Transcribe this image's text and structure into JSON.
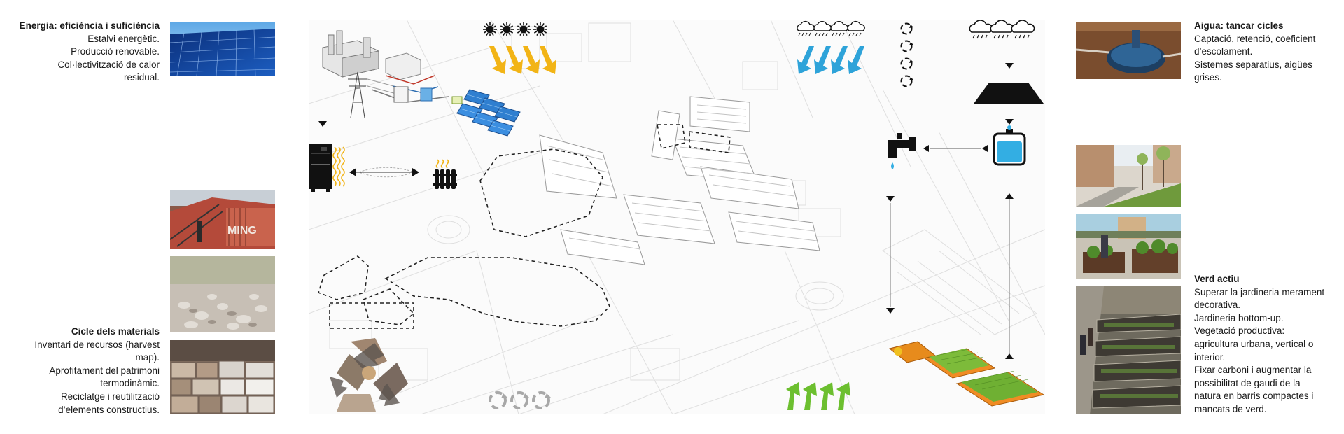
{
  "energy": {
    "title": "Energia: eficiència i suficiència",
    "lines": [
      "Estalvi energètic.",
      "Producció renovable.",
      "Col·lectivització de calor",
      "residual."
    ]
  },
  "materials": {
    "title": "Cicle dels materials",
    "lines": [
      "Inventari de recursos (harvest",
      "map).",
      "Aprofitament del patrimoni",
      "termodinàmic.",
      "Reciclatge i reutilització",
      "d’elements constructius."
    ]
  },
  "water": {
    "title": "Aigua: tancar cicles",
    "lines": [
      "Captació, retenció, coeficient",
      "d’escolament.",
      "Sistemes separatius, aigües",
      "grises."
    ]
  },
  "green": {
    "title": "Verd actiu",
    "lines": [
      "Superar la jardineria merament",
      "decorativa.",
      "Jardineria bottom-up.",
      "Vegetació productiva:",
      "agricultura urbana, vertical o",
      "interior.",
      "Fixar carboni i augmentar la",
      "possibilitat de gaudi de la",
      "natura en barris compactes i",
      "mancats de verd."
    ]
  },
  "photo_text": {
    "container_label": "MING"
  },
  "colors": {
    "sun_arrows": "#f2b416",
    "rain_arrows": "#2ea3d9",
    "green_arrows": "#6cbf2f",
    "water_tank": "#33aee3",
    "recycle_arrows": "#a8a8a8",
    "dashed_outline": "#222222",
    "background_map": "#d9d9d9"
  },
  "icons": [
    "power-plant-icon",
    "power-pylon-icon",
    "solar-panels-icon",
    "boiler-icon",
    "heat-waves-icon",
    "radiator-icon",
    "sun-icon",
    "cloud-rain-icon",
    "recycle-icon",
    "faucet-icon",
    "water-tank-icon",
    "catchment-funnel-icon",
    "cycle-arrows-icon",
    "green-roof-icon"
  ]
}
